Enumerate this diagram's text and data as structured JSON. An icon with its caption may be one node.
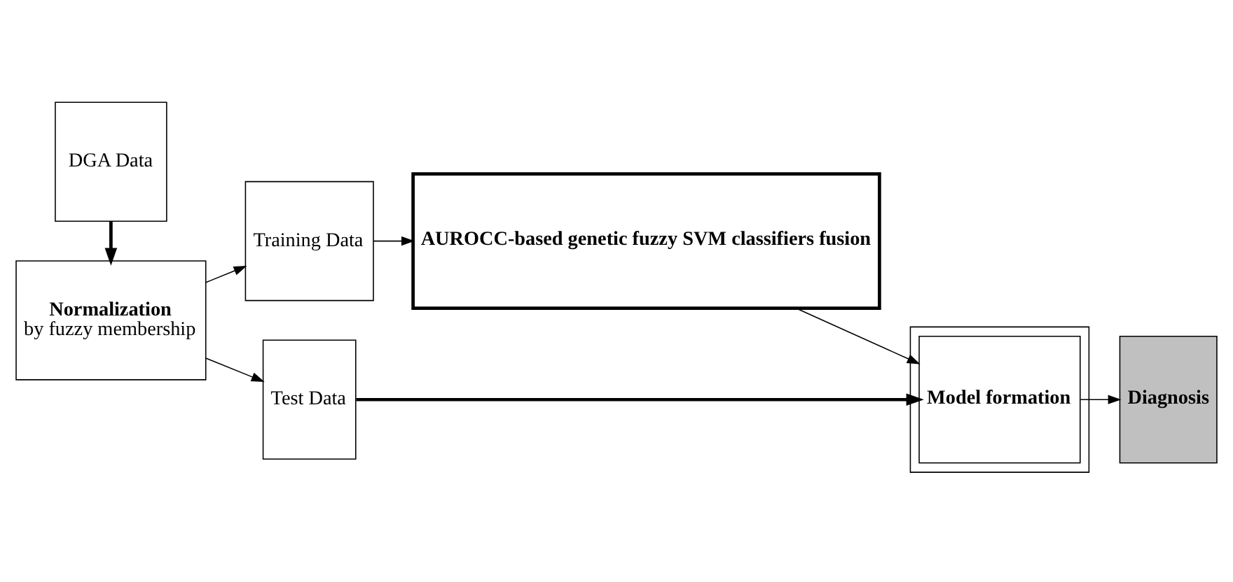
{
  "diagram": {
    "nodes": [
      {
        "text": [
          "DGA Data"
        ]
      },
      {
        "text": [
          "Normalization",
          "by fuzzy membership"
        ]
      },
      {
        "text": [
          "Training Data"
        ]
      },
      {
        "text": [
          "Test Data"
        ]
      },
      {
        "text": [
          "AUROCC-based genetic fuzzy SVM classifiers fusion"
        ]
      },
      {
        "text": [],
        "shape": "box"
      },
      {
        "text": [
          "Model formation"
        ],
        "in": 5
      },
      {
        "text": [
          "Diagnosis"
        ]
      }
    ],
    "edges": [
      {
        "from": 0,
        "to": 1,
        "arrow": "to",
        "style": "thick"
      },
      {
        "from": 1,
        "to": 2,
        "arrow": "to"
      },
      {
        "from": 1,
        "to": 3,
        "arrow": "to"
      },
      {
        "from": 2,
        "to": 4,
        "arrow": "to"
      },
      {
        "from": 4,
        "to": 6,
        "arrow": "to"
      },
      {
        "from": 3,
        "to": 6,
        "arrow": "to",
        "style": "thick"
      },
      {
        "from": 6,
        "to": 7,
        "arrow": "to"
      }
    ]
  }
}
